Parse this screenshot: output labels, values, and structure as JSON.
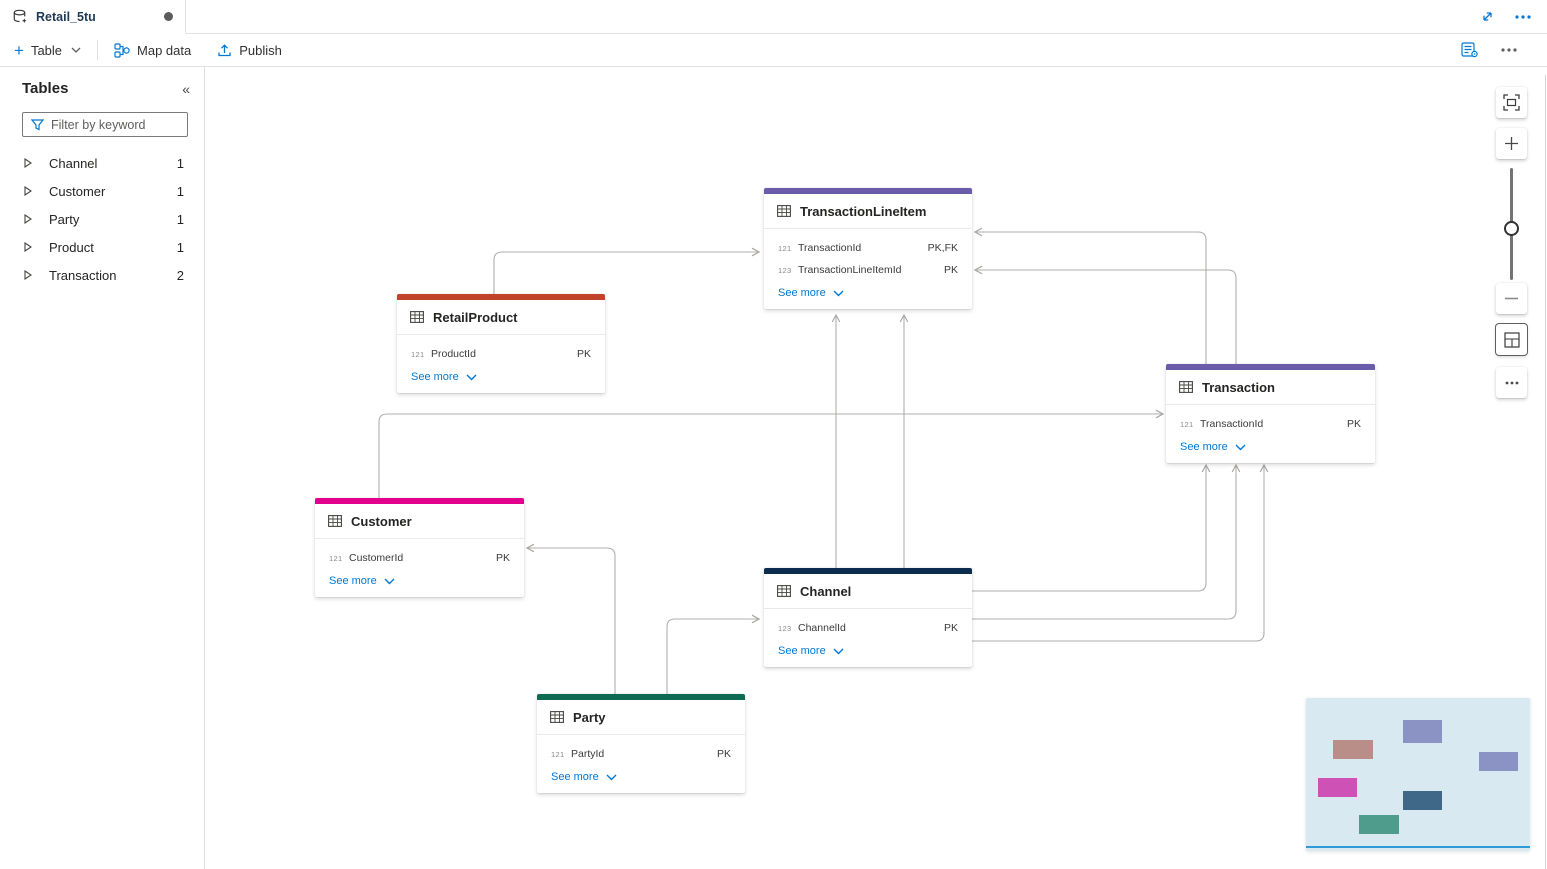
{
  "tab": {
    "title": "Retail_5tu"
  },
  "toolbar": {
    "table": "Table",
    "map_data": "Map data",
    "publish": "Publish"
  },
  "sidebar": {
    "title": "Tables",
    "filter_placeholder": "Filter by keyword",
    "items": [
      {
        "label": "Channel",
        "count": "1"
      },
      {
        "label": "Customer",
        "count": "1"
      },
      {
        "label": "Party",
        "count": "1"
      },
      {
        "label": "Product",
        "count": "1"
      },
      {
        "label": "Transaction",
        "count": "2"
      }
    ]
  },
  "entities": [
    {
      "name": "TransactionLineItem",
      "color": "#6a5ca8",
      "see_more": "See more",
      "fields": [
        {
          "type": "121",
          "name": "TransactionId",
          "keys": "PK,FK"
        },
        {
          "type": "123",
          "name": "TransactionLineItemId",
          "keys": "PK"
        }
      ]
    },
    {
      "name": "RetailProduct",
      "color": "#c0432a",
      "see_more": "See more",
      "fields": [
        {
          "type": "121",
          "name": "ProductId",
          "keys": "PK"
        }
      ]
    },
    {
      "name": "Transaction",
      "color": "#6a5ca8",
      "see_more": "See more",
      "fields": [
        {
          "type": "121",
          "name": "TransactionId",
          "keys": "PK"
        }
      ]
    },
    {
      "name": "Customer",
      "color": "#e3008c",
      "see_more": "See more",
      "fields": [
        {
          "type": "121",
          "name": "CustomerId",
          "keys": "PK"
        }
      ]
    },
    {
      "name": "Channel",
      "color": "#0c2d4d",
      "see_more": "See more",
      "fields": [
        {
          "type": "123",
          "name": "ChannelId",
          "keys": "PK"
        }
      ]
    },
    {
      "name": "Party",
      "color": "#0e6b52",
      "see_more": "See more",
      "fields": [
        {
          "type": "121",
          "name": "PartyId",
          "keys": "PK"
        }
      ]
    }
  ],
  "relationships": [
    {
      "from": "RetailProduct",
      "to": "TransactionLineItem"
    },
    {
      "from": "Transaction",
      "to": "TransactionLineItem"
    },
    {
      "from": "Transaction",
      "to": "TransactionLineItem"
    },
    {
      "from": "Customer",
      "to": "Transaction"
    },
    {
      "from": "Party",
      "to": "Customer"
    },
    {
      "from": "Party",
      "to": "Channel"
    },
    {
      "from": "Channel",
      "to": "TransactionLineItem"
    },
    {
      "from": "Channel",
      "to": "TransactionLineItem"
    },
    {
      "from": "Channel",
      "to": "Transaction"
    },
    {
      "from": "Channel",
      "to": "Transaction"
    },
    {
      "from": "Channel",
      "to": "Transaction"
    }
  ],
  "minimap": {
    "bg": "#d9e9f1",
    "viewport_color": "#2e9bd6",
    "rects": [
      {
        "table": "RetailProduct",
        "color": "#b98e89"
      },
      {
        "table": "TransactionLineItem",
        "color": "#8b93c4"
      },
      {
        "table": "Transaction",
        "color": "#8b93c4"
      },
      {
        "table": "Customer",
        "color": "#ce52b5"
      },
      {
        "table": "Channel",
        "color": "#3f6888"
      },
      {
        "table": "Party",
        "color": "#4f9b8c"
      }
    ]
  },
  "colors": {
    "accent": "#0078d4",
    "connector": "#adaba9"
  }
}
